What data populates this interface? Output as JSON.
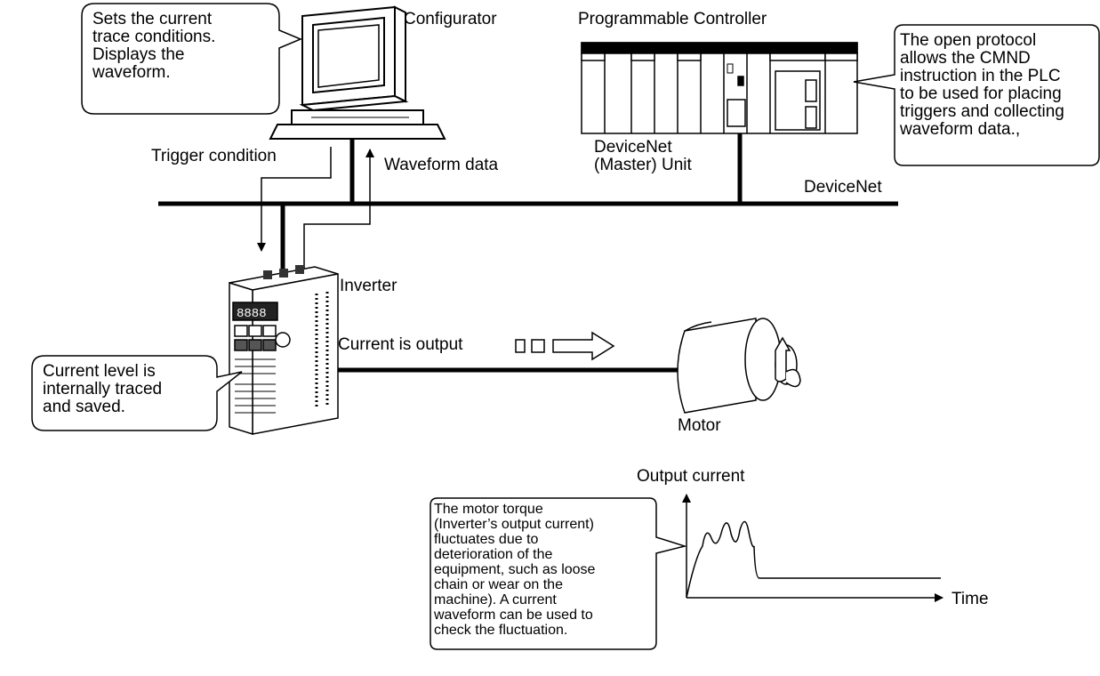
{
  "callouts": {
    "configurator_note": "Sets the current\ntrace conditions.\nDisplays the\nwaveform.",
    "plc_note": "The open protocol\nallows the CMND\ninstruction in the PLC\nto be used for placing\ntriggers and collecting\nwaveform data.,",
    "inverter_note": "Current level is\ninternally traced\nand saved.",
    "torque_note": "The motor torque\n(Inverter’s output current)\nfluctuates due to\ndeterioration of the\nequipment, such as loose\nchain or wear on the\nmachine). A current\nwaveform can be used to\ncheck the fluctuation."
  },
  "labels": {
    "configurator": "Configurator",
    "plc": "Programmable Controller",
    "devicenet_unit": "DeviceNet\n(Master) Unit",
    "devicenet": "DeviceNet",
    "trigger_condition": "Trigger condition",
    "waveform_data": "Waveform data",
    "inverter": "Inverter",
    "current_output": "Current is output",
    "motor": "Motor",
    "output_current": "Output current",
    "time": "Time"
  }
}
